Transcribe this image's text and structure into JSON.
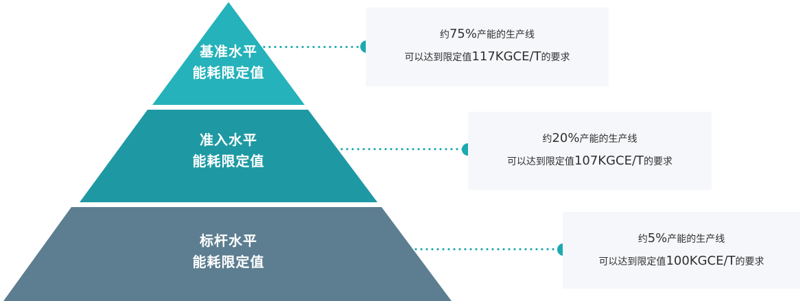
{
  "diagram": {
    "type": "pyramid",
    "tiers": [
      {
        "label_line1": "基准水平",
        "label_line2": "能耗限定值",
        "fill_color": "#25b2ba",
        "capacity_share": "75%",
        "limit_value": "117KGCE/T",
        "callout_line1": "约75%产能的生产线",
        "callout_line2": "可以达到限定值117KGCE/T的要求"
      },
      {
        "label_line1": "准入水平",
        "label_line2": "能耗限定值",
        "fill_color": "#1e99a3",
        "capacity_share": "20%",
        "limit_value": "107KGCE/T",
        "callout_line1": "约20%产能的生产线",
        "callout_line2": "可以达到限定值107KGCE/T的要求"
      },
      {
        "label_line1": "标杆水平",
        "label_line2": "能耗限定值",
        "fill_color": "#5d7e91",
        "capacity_share": "5%",
        "limit_value": "100KGCE/T",
        "callout_line1": "约5%产能的生产线",
        "callout_line2": "可以达到限定值100KGCE/T的要求"
      }
    ],
    "colors": {
      "connector": "#1ba9b2",
      "callout_bg": "#f6f7fa",
      "callout_text": "#2f2f2f",
      "tier_label_text": "#ffffff"
    }
  }
}
